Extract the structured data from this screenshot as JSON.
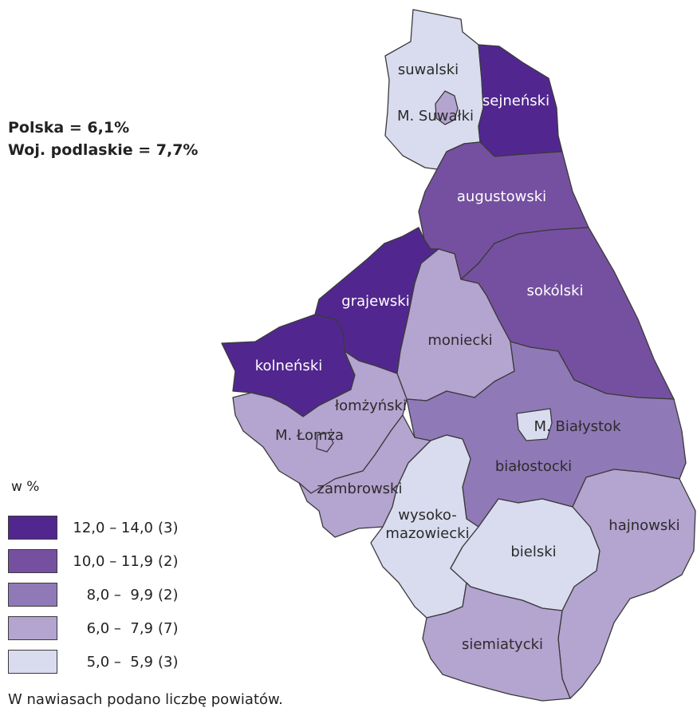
{
  "summary": {
    "poland": "Polska = 6,1%",
    "voivodeship": "Woj. podlaskie = 7,7%"
  },
  "legend": {
    "title": "w %",
    "classes": [
      {
        "range": "12,0 – 14,0",
        "count": "(3)",
        "color": "#51278f"
      },
      {
        "range": "10,0 – 11,9",
        "count": "(2)",
        "color": "#7550a0"
      },
      {
        "range": "8,0 –  9,9",
        "count": "(2)",
        "color": "#9079b7"
      },
      {
        "range": "6,0 –  7,9",
        "count": "(7)",
        "color": "#b4a4d0"
      },
      {
        "range": "5,0 –  5,9",
        "count": "(3)",
        "color": "#d9dcef"
      }
    ]
  },
  "footnote": "W nawiasach podano liczbę powiatów.",
  "regions": {
    "suwalski": {
      "label": "suwalski",
      "class": 4
    },
    "m_suwalki": {
      "label": "M. Suwałki",
      "class": 3
    },
    "sejnenski": {
      "label": "sejneński",
      "class": 0
    },
    "augustowski": {
      "label": "augustowski",
      "class": 1
    },
    "sokolski": {
      "label": "sokólski",
      "class": 1
    },
    "grajewski": {
      "label": "grajewski",
      "class": 0
    },
    "kolnenski": {
      "label": "kolneński",
      "class": 0
    },
    "moniecki": {
      "label": "moniecki",
      "class": 3
    },
    "lomzynski": {
      "label": "łomżyński",
      "class": 3
    },
    "m_lomza": {
      "label": "M. Łomża",
      "class": 3
    },
    "zambrowski": {
      "label": "zambrowski",
      "class": 3
    },
    "bialostocki": {
      "label": "białostocki",
      "class": 2
    },
    "m_bialystok": {
      "label": "M. Białystok",
      "class": 4
    },
    "wysokomazowiecki": {
      "label_line1": "wysoko-",
      "label_line2": "mazowiecki",
      "class": 4
    },
    "bielski": {
      "label": "bielski",
      "class": 4
    },
    "hajnowski": {
      "label": "hajnowski",
      "class": 3
    },
    "siemiatycki": {
      "label": "siemiatycki",
      "class": 3
    }
  }
}
